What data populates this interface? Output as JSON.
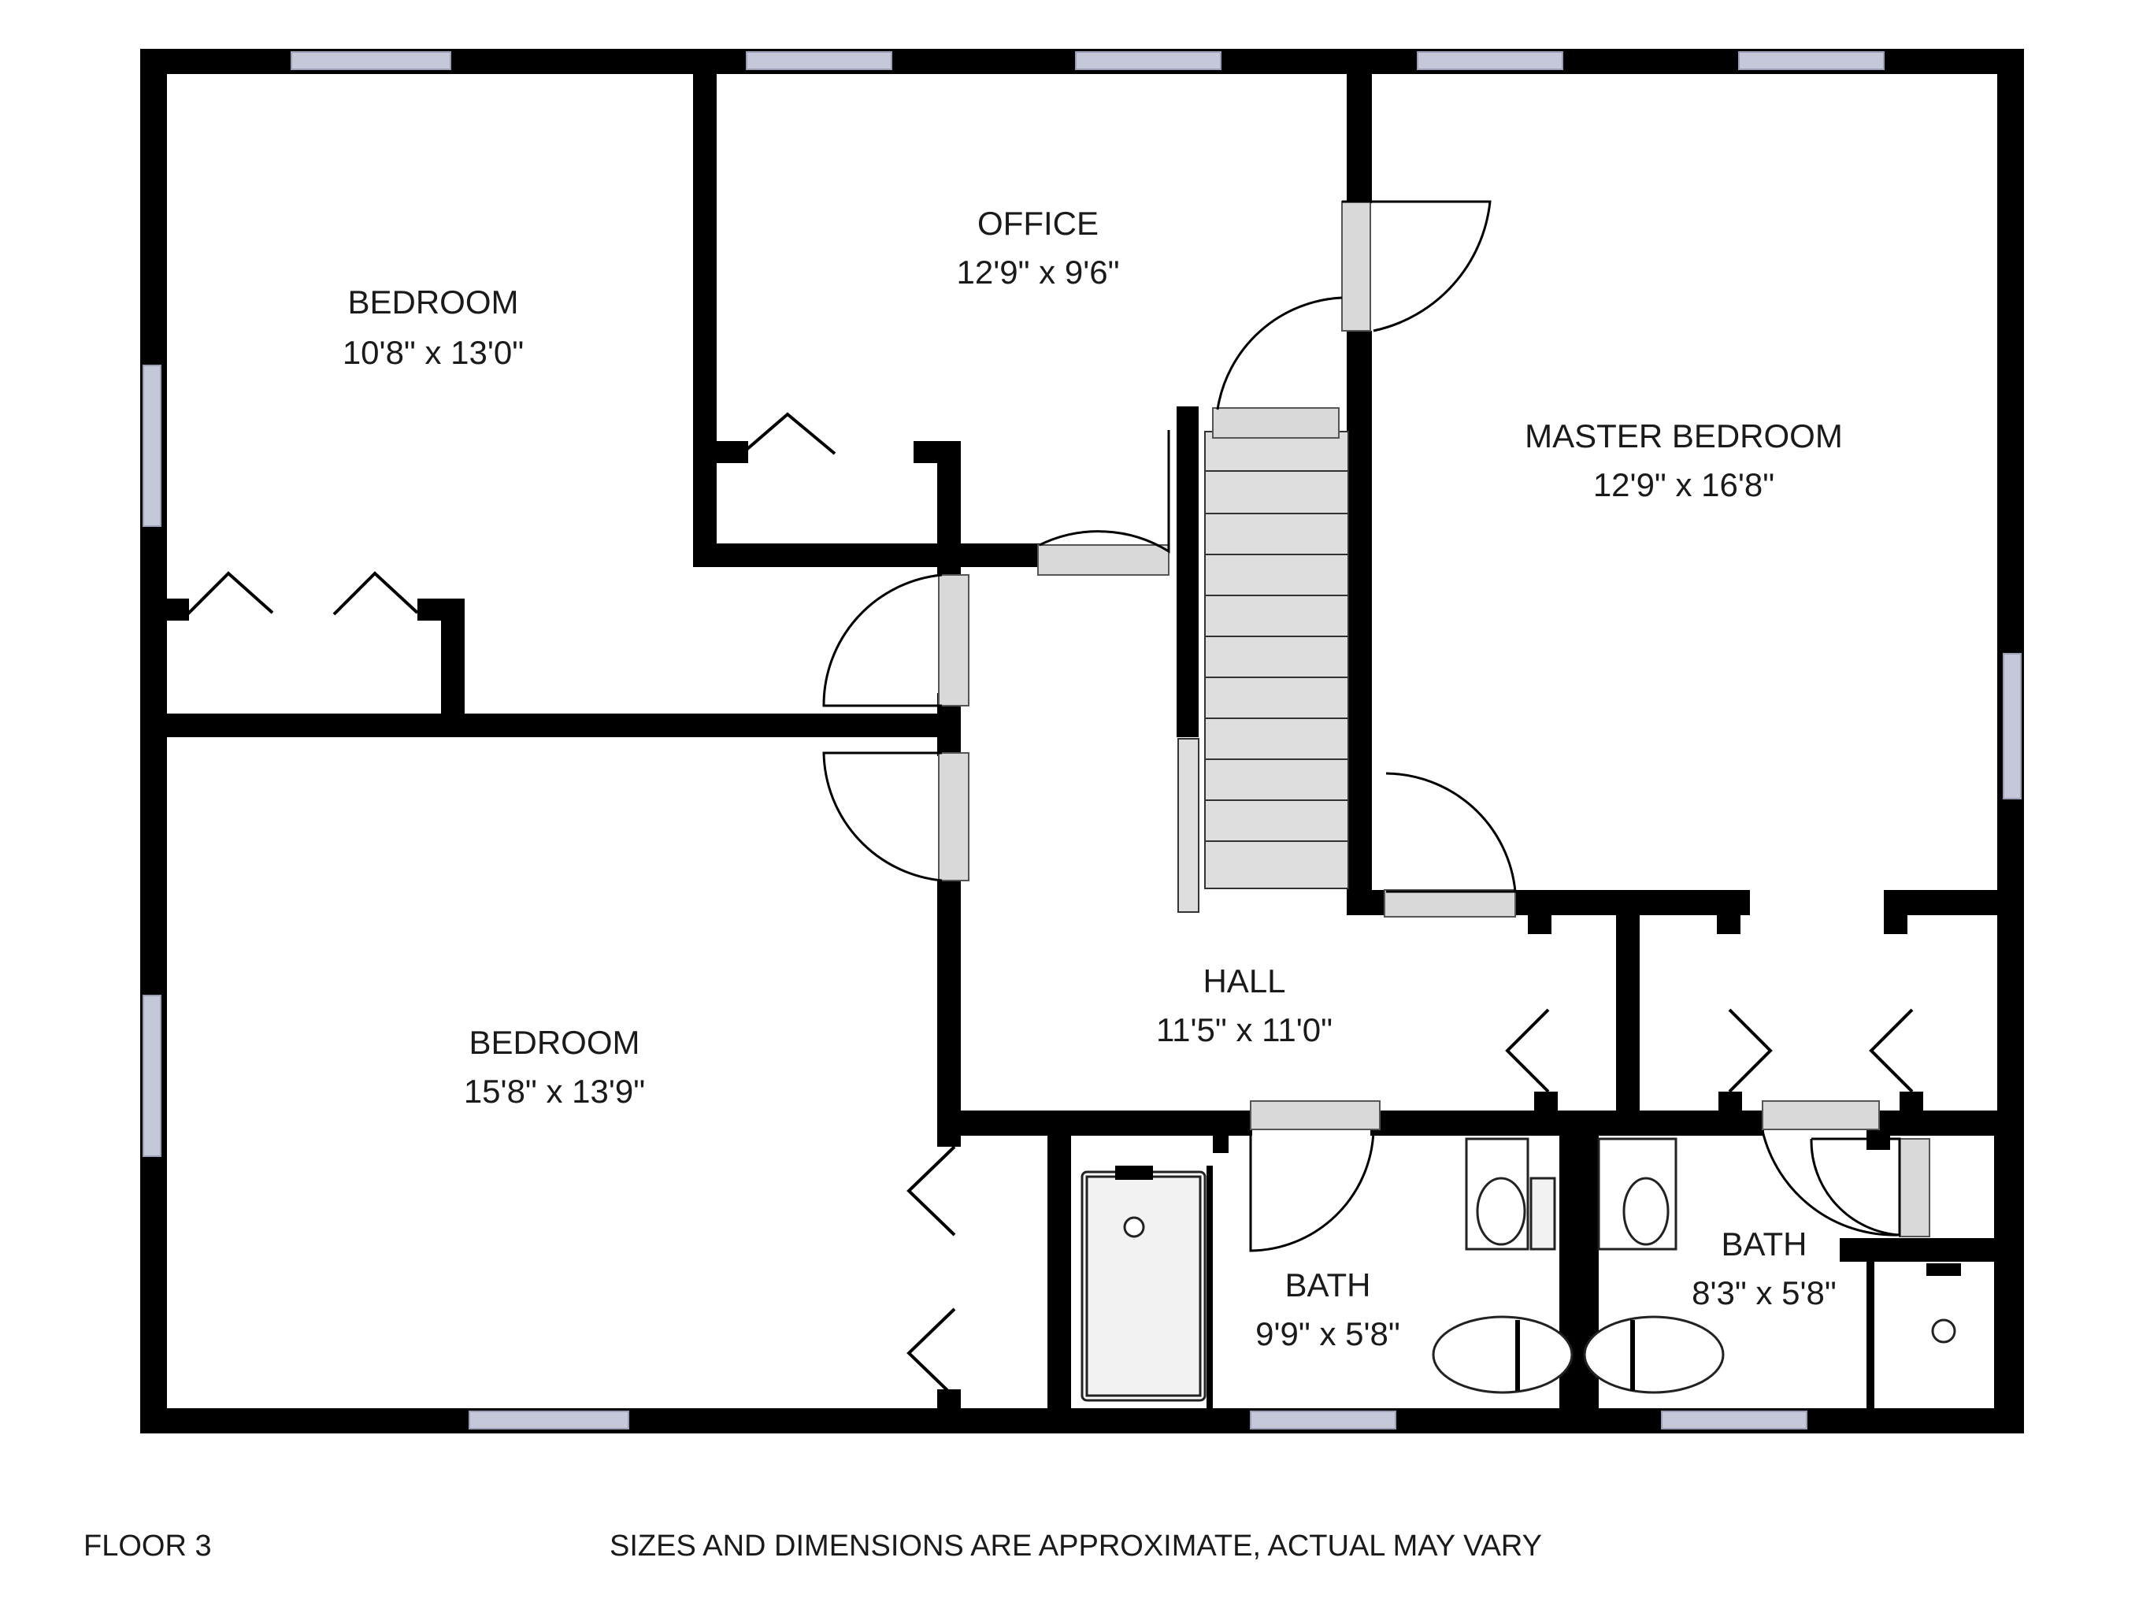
{
  "rooms": [
    {
      "id": "bedroom-1",
      "name": "BEDROOM",
      "dimensions": "10'8\" x 13'0\""
    },
    {
      "id": "office",
      "name": "OFFICE",
      "dimensions": "12'9\" x 9'6\""
    },
    {
      "id": "master-bedroom",
      "name": "MASTER BEDROOM",
      "dimensions": "12'9\" x 16'8\""
    },
    {
      "id": "bedroom-2",
      "name": "BEDROOM",
      "dimensions": "15'8\" x 13'9\""
    },
    {
      "id": "hall",
      "name": "HALL",
      "dimensions": "11'5\" x 11'0\""
    },
    {
      "id": "bath-1",
      "name": "BATH",
      "dimensions": "9'9\" x 5'8\""
    },
    {
      "id": "bath-2",
      "name": "BATH",
      "dimensions": "8'3\" x 5'8\""
    }
  ],
  "footer": {
    "floor_label": "FLOOR 3",
    "disclaimer": "SIZES AND DIMENSIONS ARE APPROXIMATE, ACTUAL MAY VARY"
  },
  "colors": {
    "wall": "#000000",
    "window": "#c4c8d8",
    "door_leaf": "#d9d9d9",
    "background": "#ffffff"
  }
}
